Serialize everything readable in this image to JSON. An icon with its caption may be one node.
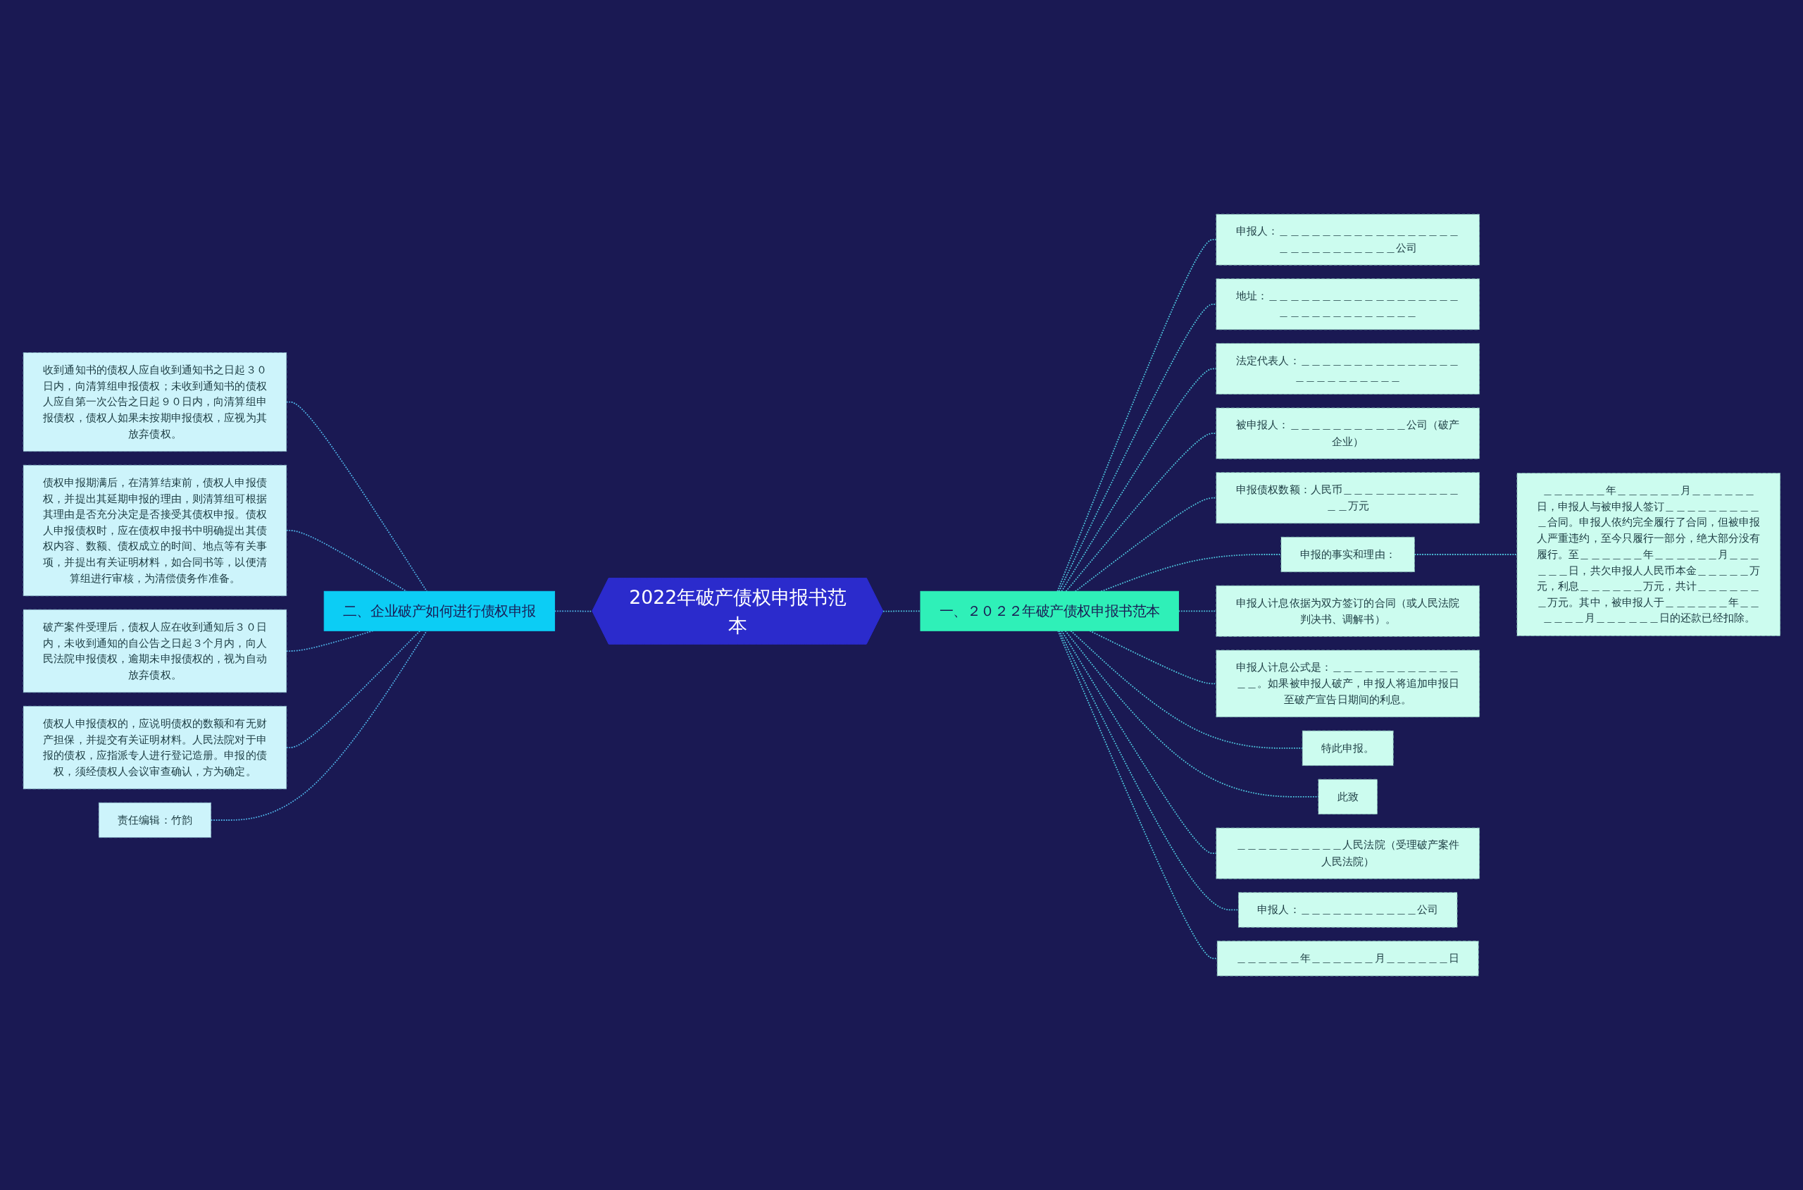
{
  "diagram": {
    "nodes": [
      {
        "text": [
          "2022年破产债权申报书范本"
        ]
      },
      {
        "text": [
          "一、２０２２年破产债权申报书范本"
        ]
      },
      {
        "text": [
          "申报人：＿＿＿＿＿＿＿＿＿＿＿＿＿＿＿＿＿＿＿＿＿＿＿＿＿＿＿＿公司"
        ]
      },
      {
        "text": [
          "地址：＿＿＿＿＿＿＿＿＿＿＿＿＿＿＿＿＿＿＿＿＿＿＿＿＿＿＿＿＿＿＿"
        ]
      },
      {
        "text": [
          "法定代表人：＿＿＿＿＿＿＿＿＿＿＿＿＿＿＿＿＿＿＿＿＿＿＿＿＿"
        ]
      },
      {
        "text": [
          "被申报人：＿＿＿＿＿＿＿＿＿＿＿公司（破产企业）"
        ]
      },
      {
        "text": [
          "申报债权数额：人民币＿＿＿＿＿＿＿＿＿＿＿＿＿万元"
        ]
      },
      {
        "text": [
          "申报的事实和理由："
        ]
      },
      {
        "text": [
          "＿＿＿＿＿＿年＿＿＿＿＿＿月＿＿＿＿＿＿日，申报人与被申报人签订＿＿＿＿＿＿＿＿＿＿合同。申报人依约完全履行了合同，但被申报人严重违约，至今只履行一部分，绝大部分没有履行。至＿＿＿＿＿＿年＿＿＿＿＿＿月＿＿＿＿＿＿日，共欠申报人人民币本金＿＿＿＿＿万元，利息＿＿＿＿＿＿万元，共计＿＿＿＿＿＿＿万元。其中，被申报人于＿＿＿＿＿＿年＿＿＿＿＿＿月＿＿＿＿＿＿日的还款已经扣除。"
        ]
      },
      {
        "text": [
          "申报人计息依据为双方签订的合同（或人民法院判决书、调解书）。"
        ]
      },
      {
        "text": [
          "申报人计息公式是：＿＿＿＿＿＿＿＿＿＿＿＿＿＿。如果被申报人破产，申报人将追加申报日至破产宣告日期间的利息。"
        ]
      },
      {
        "text": [
          "特此申报。"
        ]
      },
      {
        "text": [
          "此致"
        ]
      },
      {
        "text": [
          "＿＿＿＿＿＿＿＿＿＿人民法院（受理破产案件人民法院）"
        ]
      },
      {
        "text": [
          "申报人：＿＿＿＿＿＿＿＿＿＿＿公司"
        ]
      },
      {
        "text": [
          "＿＿＿＿＿＿年＿＿＿＿＿＿月＿＿＿＿＿＿日"
        ]
      },
      {
        "text": [
          "二、企业破产如何进行债权申报"
        ]
      },
      {
        "text": [
          "收到通知书的债权人应自收到通知书之日起３０日内，向清算组申报债权；未收到通知书的债权人应自第一次公告之日起９０日内，向清算组申报债权，债权人如果未按期申报债权，应视为其放弃债权。"
        ]
      },
      {
        "text": [
          "债权申报期满后，在清算结束前，债权人申报债权，并提出其延期申报的理由，则清算组可根据其理由是否充分决定是否接受其债权申报。债权人申报债权时，应在债权申报书中明确提出其债权内容、数额、债权成立的时间、地点等有关事项，并提出有关证明材料，如合同书等，以便清算组进行审核，为清偿债务作准备。"
        ]
      },
      {
        "text": [
          "破产案件受理后，债权人应在收到通知后３０日内，未收到通知的自公告之日起３个月内，向人民法院申报债权，逾期未申报债权的，视为自动放弃债权。"
        ]
      },
      {
        "text": [
          "债权人申报债权的，应说明债权的数额和有无财产担保，并提交有关证明材料。人民法院对于申报的债权，应指派专人进行登记造册。申报的债权，须经债权人会议审查确认，方为确定。"
        ]
      },
      {
        "text": [
          "责任编辑：竹韵"
        ]
      }
    ],
    "edges": [
      {
        "from": 0,
        "to": 1,
        "arrow": "none",
        "style": "dashed"
      },
      {
        "from": 1,
        "to": 2,
        "arrow": "none",
        "style": "dashed"
      },
      {
        "from": 1,
        "to": 3,
        "arrow": "none",
        "style": "dashed"
      },
      {
        "from": 1,
        "to": 4,
        "arrow": "none",
        "style": "dashed"
      },
      {
        "from": 1,
        "to": 5,
        "arrow": "none",
        "style": "dashed"
      },
      {
        "from": 1,
        "to": 6,
        "arrow": "none",
        "style": "dashed"
      },
      {
        "from": 1,
        "to": 7,
        "arrow": "none",
        "style": "dashed"
      },
      {
        "from": 7,
        "to": 8,
        "arrow": "none",
        "style": "dashed"
      },
      {
        "from": 1,
        "to": 9,
        "arrow": "none",
        "style": "dashed"
      },
      {
        "from": 1,
        "to": 10,
        "arrow": "none",
        "style": "dashed"
      },
      {
        "from": 1,
        "to": 11,
        "arrow": "none",
        "style": "dashed"
      },
      {
        "from": 1,
        "to": 12,
        "arrow": "none",
        "style": "dashed"
      },
      {
        "from": 1,
        "to": 13,
        "arrow": "none",
        "style": "dashed"
      },
      {
        "from": 1,
        "to": 14,
        "arrow": "none",
        "style": "dashed"
      },
      {
        "from": 1,
        "to": 15,
        "arrow": "none",
        "style": "dashed"
      },
      {
        "from": 0,
        "to": 16,
        "arrow": "none",
        "style": "dashed"
      },
      {
        "from": 16,
        "to": 17,
        "arrow": "none",
        "style": "dashed"
      },
      {
        "from": 16,
        "to": 18,
        "arrow": "none",
        "style": "dashed"
      },
      {
        "from": 16,
        "to": 19,
        "arrow": "none",
        "style": "dashed"
      },
      {
        "from": 16,
        "to": 20,
        "arrow": "none",
        "style": "dashed"
      },
      {
        "from": 16,
        "to": 21,
        "arrow": "none",
        "style": "dashed"
      }
    ]
  }
}
